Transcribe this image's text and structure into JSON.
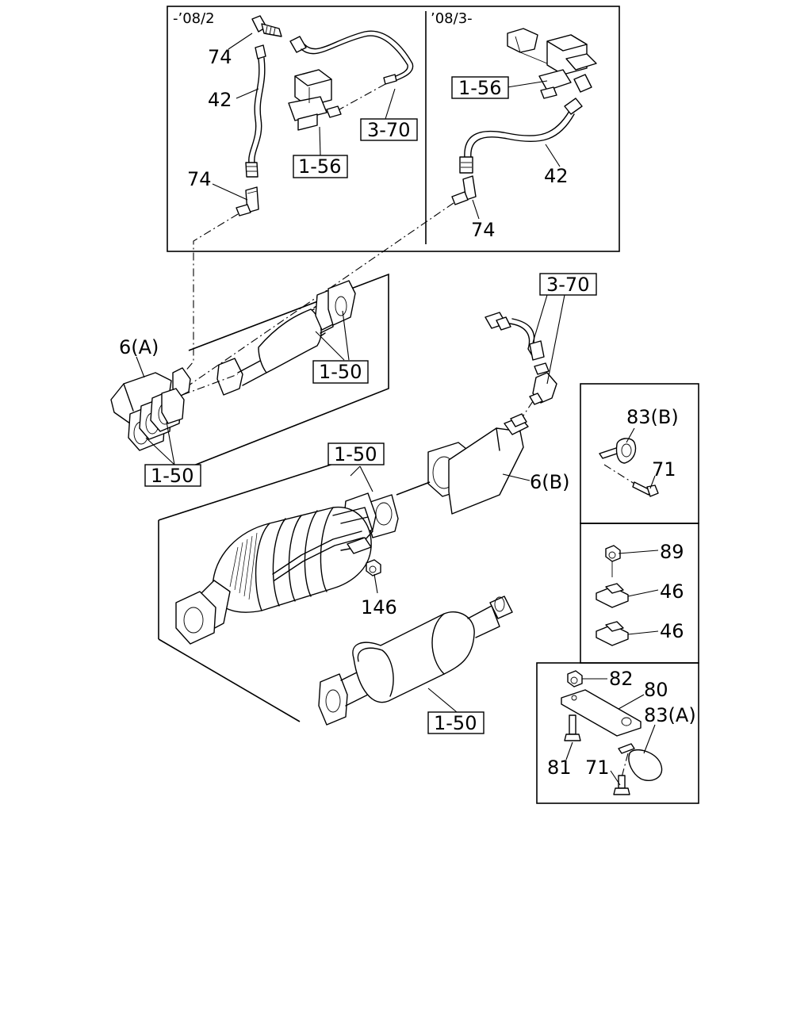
{
  "insets": {
    "early": {
      "header": "-’08/2"
    },
    "late": {
      "header": "’08/3-"
    }
  },
  "labels": {
    "n74": "74",
    "n42": "42",
    "n1_56": "1-56",
    "n3_70": "3-70",
    "n1_50": "1-50",
    "n6a": "6(A)",
    "n6b": "6(B)",
    "n146": "146",
    "n83b": "83(B)",
    "n71": "71",
    "n89": "89",
    "n46": "46",
    "n82": "82",
    "n80": "80",
    "n83a": "83(A)",
    "n81": "81"
  }
}
